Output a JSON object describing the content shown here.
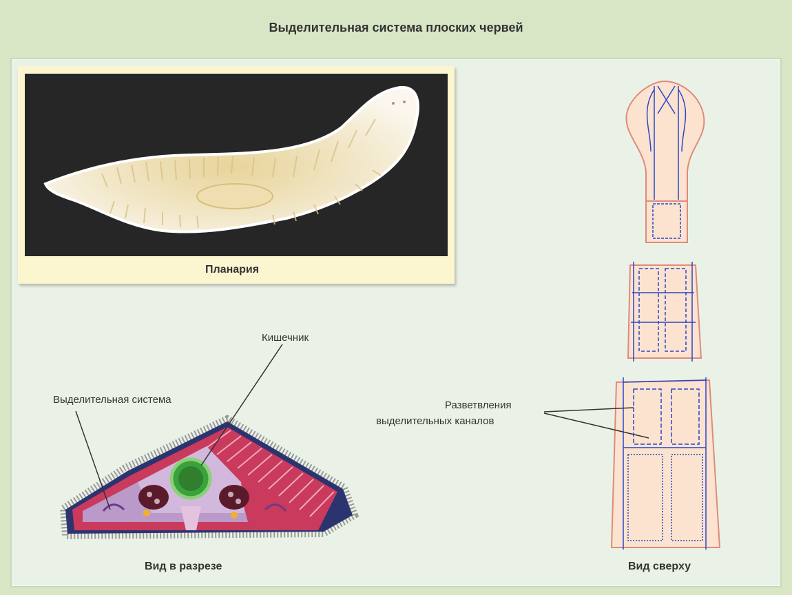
{
  "title": "Выделительная система плоских червей",
  "planaria_caption": "Планария",
  "cross_section": {
    "caption": "Вид в разрезе",
    "label_intestine": "Кишечник",
    "label_excretory": "Выделительная система"
  },
  "top_view": {
    "caption": "Вид сверху",
    "label_branches_line1": "Разветвления",
    "label_branches_line2": "выделительных каналов"
  },
  "colors": {
    "background": "#d9e6c6",
    "panel": "#eaf2e7",
    "canal_blue": "#2b45c8",
    "body_peach": "#fbe3d0",
    "muscle_red": "#c93a5c"
  }
}
